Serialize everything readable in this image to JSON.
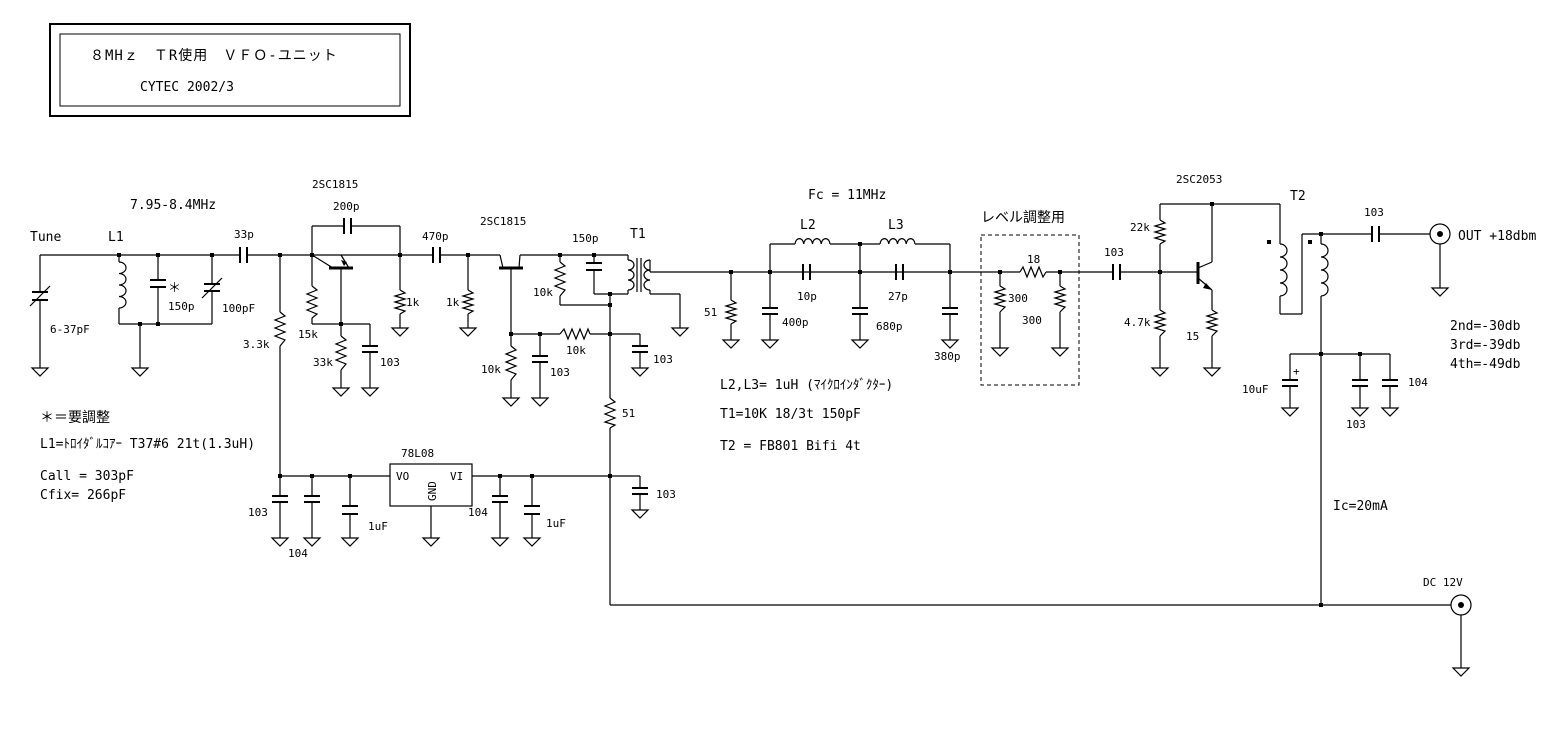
{
  "title": {
    "line1": "８MHｚ　ＴR使用　ＶＦＯ-ユニット",
    "line2": "CYTEC 2002/3"
  },
  "labels": {
    "freq_range": "7.95-8.4MHz",
    "tune": "Tune",
    "l1": "L1",
    "c_33p": "33p",
    "tr1": "2SC1815",
    "c_200p": "200p",
    "c_470p": "470p",
    "tr2": "2SC1815",
    "c_150p_t1": "150p",
    "t1": "T1",
    "vc_6_37": "6-37pF",
    "asterisk": "＊",
    "c_150p_tank": "150p",
    "vc_100": "100pF",
    "r_3_3k": "3.3k",
    "r_15k": "15k",
    "r_33k": "33k",
    "c_103_bias": "103",
    "r_1k_a": "1k",
    "r_1k_b": "1k",
    "r_10k_t1": "10k",
    "r_10k_h": "10k",
    "r_10k_v": "10k",
    "c_103_b2": "103",
    "c_103_right": "103",
    "r_51_ser": "51",
    "fc": "Fc = 11MHz",
    "l2": "L2",
    "l3": "L3",
    "r_51_load": "51",
    "c_10p": "10p",
    "c_27p": "27p",
    "c_400p": "400p",
    "c_680p": "680p",
    "c_380p": "380p",
    "level_box": "レベル調整用",
    "r_18": "18",
    "r_300_a": "300",
    "r_300_b": "300",
    "c_103_couple": "103",
    "tr3": "2SC2053",
    "r_22k": "22k",
    "r_4_7k": "4.7k",
    "r_15": "15",
    "t2": "T2",
    "c_103_out": "103",
    "out": "OUT +18dbm",
    "h2": "2nd=-30db",
    "h3": "3rd=-39db",
    "h4": "4th=-49db",
    "c_10uf": "10uF",
    "c_103_dec": "103",
    "c_104_dec": "104",
    "ic": "Ic=20mA",
    "dc": "DC 12V",
    "note_adj": "＊＝要調整",
    "note_l1": "L1=ﾄﾛｲﾀﾞﾙｺｱｰ T37#6 21t(1.3uH)",
    "note_call": "Call = 303pF",
    "note_cfix": "Cfix= 266pF",
    "note_l23": "L2,L3= 1uH (ﾏｲｸﾛｲﾝﾀﾞｸﾀｰ)",
    "note_t1": "T1=10K 18/3t 150pF",
    "note_t2": "T2 = FB801 Bifi  4t",
    "reg": "78L08",
    "reg_vo": "VO",
    "reg_vi": "VI",
    "reg_gnd": "GND",
    "c_103_reg": "103",
    "c_104_reg_l": "104",
    "c_1uf_l": "1uF",
    "c_104_reg_r": "104",
    "c_1uf_r": "1uF",
    "c_103_51": "103"
  }
}
